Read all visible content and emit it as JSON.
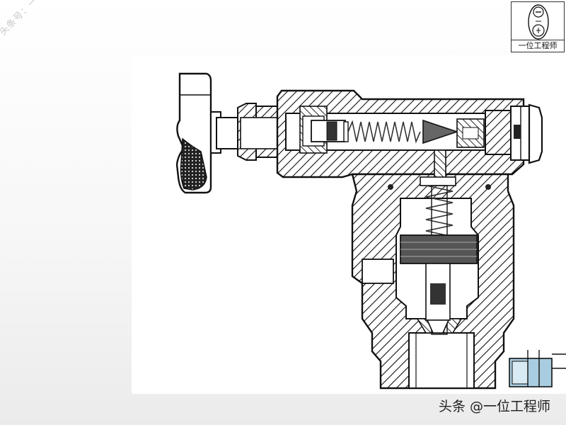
{
  "watermark": {
    "text": "头条号：一位工程师"
  },
  "logo": {
    "caption": "一位工程师"
  },
  "credit": {
    "text": "头条 @一位工程师"
  },
  "colors": {
    "stroke": "#111111",
    "hatch": "#111111",
    "fill": "#ffffff",
    "spring": "#333333"
  }
}
